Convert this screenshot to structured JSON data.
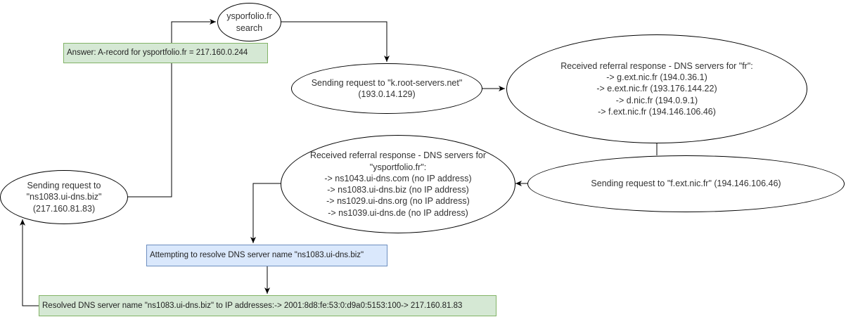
{
  "nodes": {
    "search": {
      "lines": [
        "ysporfolio.fr",
        "search"
      ]
    },
    "answer": {
      "text": "Answer: A-record for ysportfolio.fr = 217.160.0.244"
    },
    "root_request": {
      "lines": [
        "Sending request to \"k.root-servers.net\"",
        "(193.0.14.129)"
      ]
    },
    "fr_referral": {
      "lines": [
        "Received referral response - DNS servers for \"fr\":",
        "-> g.ext.nic.fr (194.0.36.1)",
        "-> e.ext.nic.fr (193.176.144.22)",
        "-> d.nic.fr (194.0.9.1)",
        "-> f.ext.nic.fr (194.146.106.46)"
      ]
    },
    "nicfr_request": {
      "lines": [
        "Sending request to \"f.ext.nic.fr\" (194.146.106.46)"
      ]
    },
    "domain_referral": {
      "lines": [
        "Received referral response - DNS servers for",
        "\"ysportfolio.fr\":",
        "-> ns1043.ui-dns.com (no IP address)",
        "-> ns1083.ui-dns.biz (no IP address)",
        "-> ns1029.ui-dns.org (no IP address)",
        "-> ns1039.ui-dns.de (no IP address)"
      ]
    },
    "resolve_attempt": {
      "text": "Attempting to resolve DNS server name \"ns1083.ui-dns.biz\""
    },
    "resolved": {
      "text": "Resolved DNS server name \"ns1083.ui-dns.biz\" to IP addresses:-> 2001:8d8:fe:53:0:d9a0:5153:100-> 217.160.81.83"
    },
    "ns_request": {
      "lines": [
        "Sending request to",
        "\"ns1083.ui-dns.biz\"",
        "(217.160.81.83)"
      ]
    }
  },
  "colors": {
    "green_fill": "#d5e8d4",
    "green_stroke": "#82b366",
    "blue_fill": "#dae8fc",
    "blue_stroke": "#6c8ebf",
    "line": "#000000"
  }
}
